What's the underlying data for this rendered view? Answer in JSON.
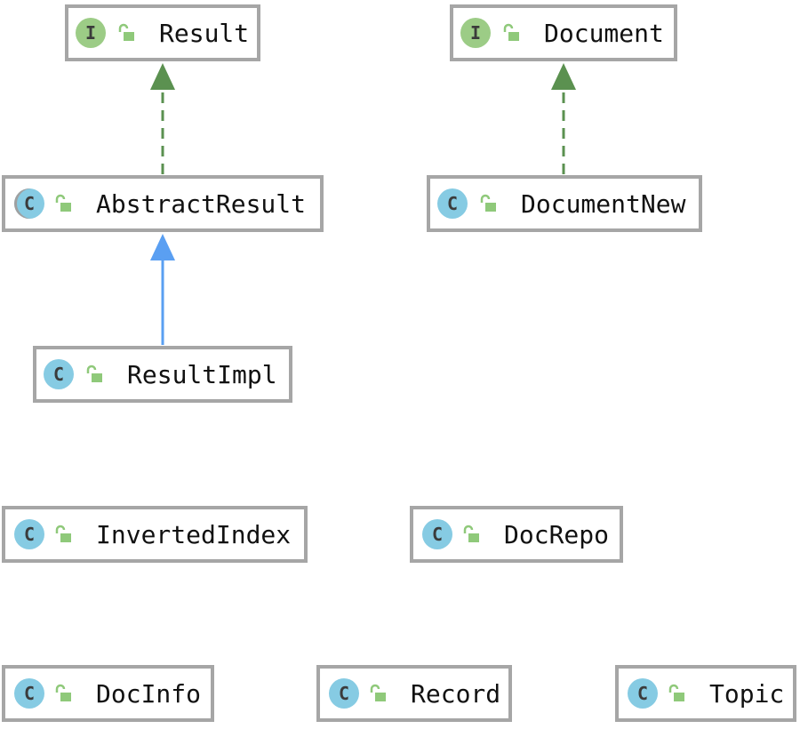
{
  "colors": {
    "border": "#a6a6a6",
    "interface_badge": "#9ccc86",
    "class_badge": "#86cbe3",
    "lock": "#8fc97a",
    "implements_edge": "#5b9150",
    "extends_edge": "#5a9ff2"
  },
  "nodes": {
    "result": {
      "label": "Result",
      "kind": "interface",
      "badge": "I"
    },
    "document": {
      "label": "Document",
      "kind": "interface",
      "badge": "I"
    },
    "abstract_result": {
      "label": "AbstractResult",
      "kind": "abstract-class",
      "badge": "C"
    },
    "document_new": {
      "label": "DocumentNew",
      "kind": "class",
      "badge": "C"
    },
    "result_impl": {
      "label": "ResultImpl",
      "kind": "class",
      "badge": "C"
    },
    "inverted_index": {
      "label": "InvertedIndex",
      "kind": "class",
      "badge": "C"
    },
    "doc_repo": {
      "label": "DocRepo",
      "kind": "class",
      "badge": "C"
    },
    "doc_info": {
      "label": "DocInfo",
      "kind": "class",
      "badge": "C"
    },
    "record": {
      "label": "Record",
      "kind": "class",
      "badge": "C"
    },
    "topic": {
      "label": "Topic",
      "kind": "class",
      "badge": "C"
    }
  },
  "edges": [
    {
      "from": "abstract_result",
      "to": "result",
      "type": "implements"
    },
    {
      "from": "document_new",
      "to": "document",
      "type": "implements"
    },
    {
      "from": "result_impl",
      "to": "abstract_result",
      "type": "extends"
    }
  ],
  "icons": {
    "interface_badge": "interface-icon",
    "class_badge": "class-icon",
    "visibility": "unlocked-public-icon"
  }
}
